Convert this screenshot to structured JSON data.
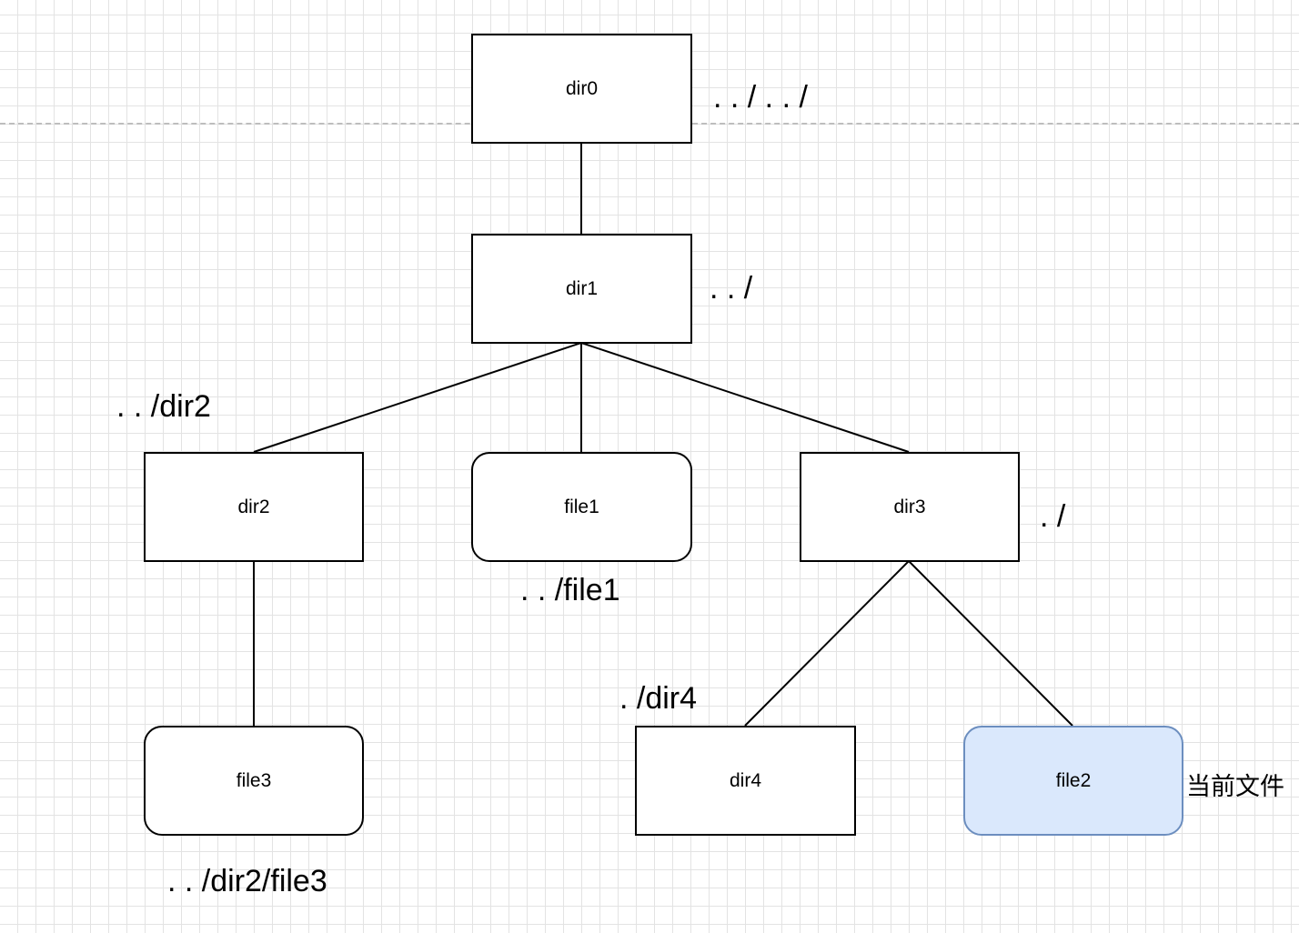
{
  "nodes": {
    "dir0": "dir0",
    "dir1": "dir1",
    "dir2": "dir2",
    "file1": "file1",
    "dir3": "dir3",
    "file3": "file3",
    "dir4": "dir4",
    "file2": "file2"
  },
  "labels": {
    "dir0_path": ". . / . . /",
    "dir1_path": ". . /",
    "dir2_path": ". . /dir2",
    "file1_path": ". . /file1",
    "dir3_path": ". /",
    "dir4_path": ". /dir4",
    "file3_path": ". . /dir2/file3",
    "current_file": "当前文件"
  },
  "colors": {
    "current_fill": "#dae8fc",
    "current_border": "#6c8ebf",
    "grid": "#e3e3e3"
  }
}
